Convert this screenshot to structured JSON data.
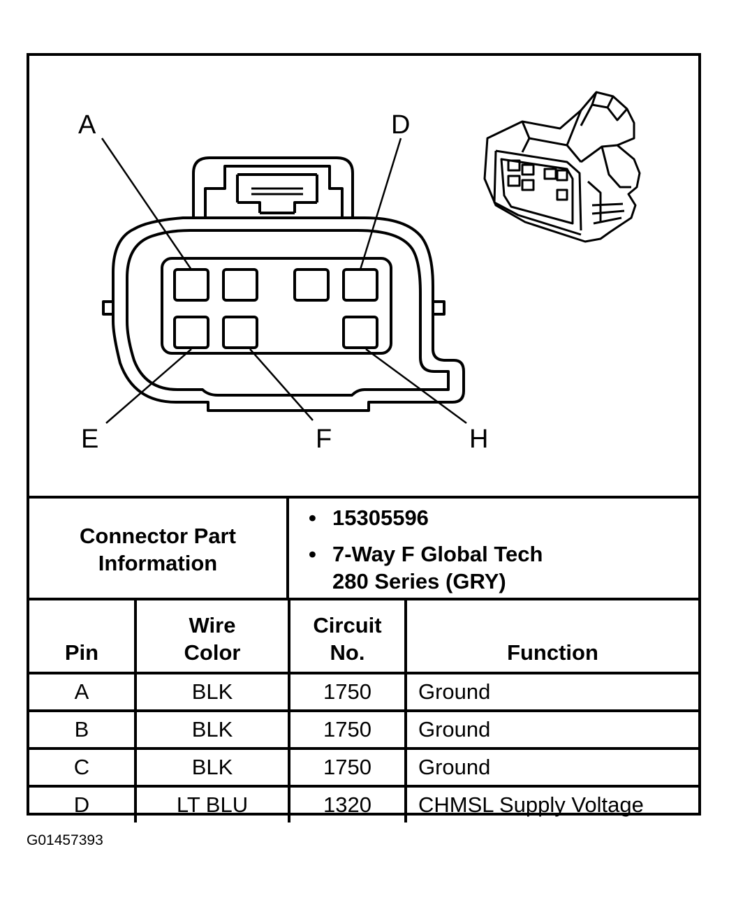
{
  "diagram": {
    "pin_labels": {
      "a": "A",
      "d": "D",
      "e": "E",
      "f": "F",
      "h": "H"
    }
  },
  "connector_info": {
    "title": "Connector Part Information",
    "bullets": [
      "15305596",
      "7-Way F Global Tech",
      "280 Series (GRY)"
    ],
    "bullet_glyph": "•"
  },
  "table": {
    "headers": {
      "pin": "Pin",
      "wire_color": "Wire Color",
      "circuit_no": "Circuit No.",
      "function": "Function"
    },
    "rows": [
      {
        "pin": "A",
        "wire_color": "BLK",
        "circuit_no": "1750",
        "function": "Ground"
      },
      {
        "pin": "B",
        "wire_color": "BLK",
        "circuit_no": "1750",
        "function": "Ground"
      },
      {
        "pin": "C",
        "wire_color": "BLK",
        "circuit_no": "1750",
        "function": "Ground"
      },
      {
        "pin": "D",
        "wire_color": "LT BLU",
        "circuit_no": "1320",
        "function": "CHMSL Supply Voltage"
      }
    ]
  },
  "figure_id": "G01457393"
}
